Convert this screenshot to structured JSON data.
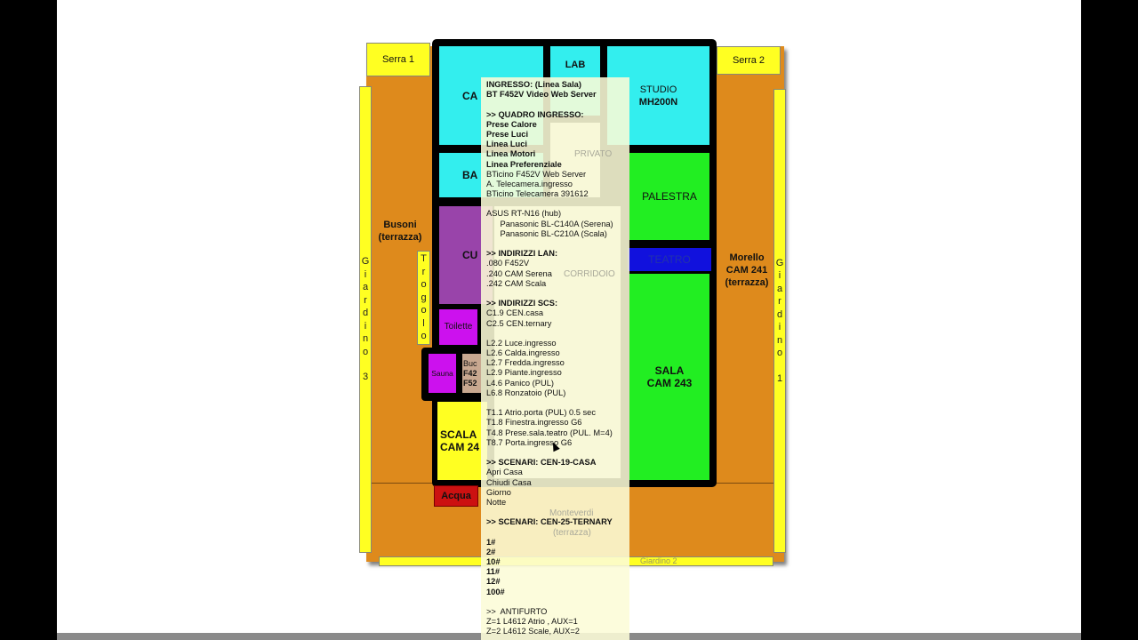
{
  "floorplan": {
    "serra1": "Serra 1",
    "serra2": "Serra 2",
    "giardino3": [
      "G",
      "i",
      "a",
      "r",
      "d",
      "i",
      "n",
      "o",
      "",
      "3"
    ],
    "giardino1": [
      "G",
      "i",
      "a",
      "r",
      "d",
      "i",
      "n",
      "o",
      "",
      "1"
    ],
    "giardino2": "Giardino 2",
    "busoni": [
      "Busoni",
      "(terrazza)"
    ],
    "morello": [
      "Morello",
      "CAM 241",
      "(terrazza)"
    ],
    "trogolo": [
      "T",
      "r",
      "o",
      "g",
      "o",
      "l",
      "o"
    ],
    "camera": "CA",
    "lab": "LAB",
    "studio": [
      "STUDIO",
      "MH200N"
    ],
    "bagno": "BA",
    "privato": "PRIVATO",
    "cucina": "CU",
    "corridoio": "CORRIDOIO",
    "toilette": "Toilette",
    "sauna": "Sauna",
    "buco": [
      "Buc",
      "F42",
      "F52"
    ],
    "scala": [
      "SCALA",
      "CAM 24"
    ],
    "acqua": "Acqua",
    "palestra": "PALESTRA",
    "teatro": "TEATRO",
    "sala": [
      "SALA",
      "CAM 243"
    ],
    "monteverdi": [
      "Monteverdi",
      "(terrazza)"
    ]
  },
  "tooltip": {
    "lines": [
      {
        "t": "INGRESSO: (Linea Sala)",
        "b": true
      },
      {
        "t": "BT F452V Video Web Server",
        "b": true
      },
      {
        "t": "",
        "b": false
      },
      {
        "t": ">> QUADRO INGRESSO:",
        "b": true
      },
      {
        "t": "Prese Calore",
        "b": true
      },
      {
        "t": "Prese Luci",
        "b": true
      },
      {
        "t": "Linea Luci",
        "b": true
      },
      {
        "t": "Linea Motori",
        "b": true
      },
      {
        "t": "Linea Preferenziale",
        "b": true
      },
      {
        "t": "BTicino F452V Web Server",
        "b": false
      },
      {
        "t": "A. Telecamera.ingresso",
        "b": false
      },
      {
        "t": "BTicino Telecamera 391612",
        "b": false
      },
      {
        "t": "",
        "b": false
      },
      {
        "t": "ASUS RT-N16 (hub)",
        "b": false
      },
      {
        "t": "      Panasonic BL-C140A (Serena)",
        "b": false
      },
      {
        "t": "      Panasonic BL-C210A (Scala)",
        "b": false
      },
      {
        "t": "",
        "b": false
      },
      {
        "t": ">> INDIRIZZI LAN:",
        "b": true
      },
      {
        "t": ".080 F452V",
        "b": false
      },
      {
        "t": ".240 CAM Serena",
        "b": false
      },
      {
        "t": ".242 CAM Scala",
        "b": false
      },
      {
        "t": "",
        "b": false
      },
      {
        "t": ">> INDIRIZZI SCS:",
        "b": true
      },
      {
        "t": "C1.9 CEN.casa",
        "b": false
      },
      {
        "t": "C2.5 CEN.ternary",
        "b": false
      },
      {
        "t": "",
        "b": false
      },
      {
        "t": "L2.2 Luce.ingresso",
        "b": false
      },
      {
        "t": "L2.6 Calda.ingresso",
        "b": false
      },
      {
        "t": "L2.7 Fredda.ingresso",
        "b": false
      },
      {
        "t": "L2.9 Piante.ingresso",
        "b": false
      },
      {
        "t": "L4.6 Panico (PUL)",
        "b": false
      },
      {
        "t": "L6.8 Ronzatoio (PUL)",
        "b": false
      },
      {
        "t": "",
        "b": false
      },
      {
        "t": "T1.1 Atrio.porta (PUL) 0.5 sec",
        "b": false
      },
      {
        "t": "T1.8 Finestra.ingresso G6",
        "b": false
      },
      {
        "t": "T4.8 Prese.sala.teatro (PUL. M=4)",
        "b": false
      },
      {
        "t": "T8.7 Porta.ingresso G6",
        "b": false
      },
      {
        "t": "",
        "b": false
      },
      {
        "t": ">> SCENARI: CEN-19-CASA",
        "b": true
      },
      {
        "t": "Apri Casa",
        "b": false
      },
      {
        "t": "Chiudi Casa",
        "b": false
      },
      {
        "t": "Giorno",
        "b": false
      },
      {
        "t": "Notte",
        "b": false
      },
      {
        "t": "",
        "b": false
      },
      {
        "t": ">> SCENARI: CEN-25-TERNARY",
        "b": true
      },
      {
        "t": "",
        "b": false
      },
      {
        "t": "1#",
        "b": true
      },
      {
        "t": "2#",
        "b": true
      },
      {
        "t": "10#",
        "b": true
      },
      {
        "t": "11#",
        "b": true
      },
      {
        "t": "12#",
        "b": true
      },
      {
        "t": "100#",
        "b": true
      },
      {
        "t": "",
        "b": false
      },
      {
        "t": ">>  ANTIFURTO",
        "b": false
      },
      {
        "t": "Z=1 L4612 Atrio , AUX=1",
        "b": false
      },
      {
        "t": "Z=2 L4612 Scale, AUX=2",
        "b": false
      }
    ]
  },
  "colors": {
    "orange": "#de8a1c",
    "yellow": "#ffff22",
    "cyan": "#33eeee",
    "green": "#22ee22",
    "purple": "#9944aa",
    "magenta": "#cc11ee",
    "blue": "#1111dd",
    "red": "#cc1111",
    "tan": "#c8a890"
  }
}
